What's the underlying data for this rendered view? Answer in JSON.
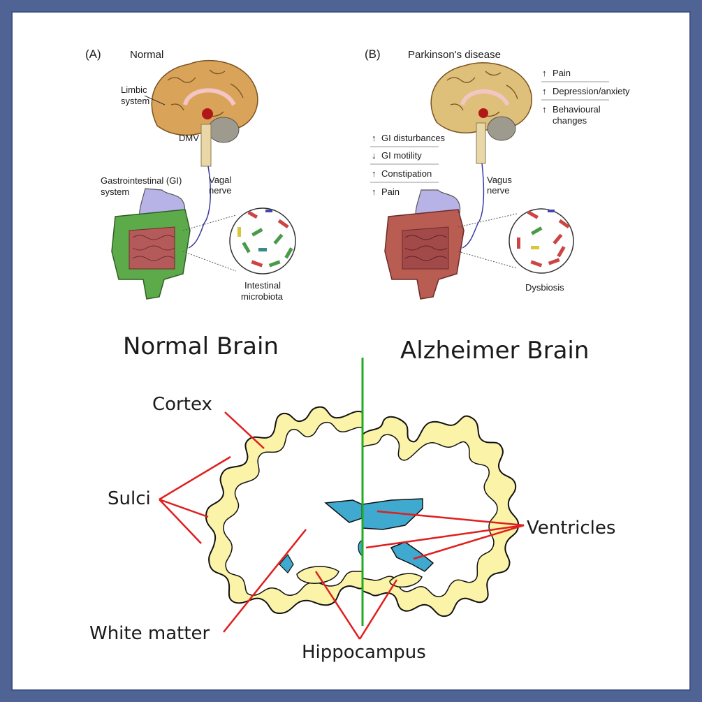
{
  "panel_a": {
    "letter": "(A)",
    "title": "Normal",
    "limbic_1": "Limbic",
    "limbic_2": "system",
    "dmv": "DMV",
    "gi_1": "Gastrointestinal (GI)",
    "gi_2": "system",
    "vagal_1": "Vagal",
    "vagal_2": "nerve",
    "micro_1": "Intestinal",
    "micro_2": "microbiota"
  },
  "panel_b": {
    "letter": "(B)",
    "title": "Parkinson's disease",
    "brain_symptoms": [
      {
        "arrow": "↑",
        "text": "Pain"
      },
      {
        "arrow": "↑",
        "text": "Depression/anxiety"
      },
      {
        "arrow": "↑",
        "text": "Behavioural"
      },
      {
        "arrow": "",
        "text": "changes"
      }
    ],
    "gut_symptoms": [
      {
        "arrow": "↑",
        "text": "GI disturbances"
      },
      {
        "arrow": "↓",
        "text": "GI motility"
      },
      {
        "arrow": "↑",
        "text": "Constipation"
      },
      {
        "arrow": "↑",
        "text": "Pain"
      }
    ],
    "vagus_1": "Vagus",
    "vagus_2": "nerve",
    "dysbiosis": "Dysbiosis"
  },
  "bottom": {
    "normal_title": "Normal Brain",
    "alz_title": "Alzheimer Brain",
    "cortex": "Cortex",
    "sulci": "Sulci",
    "white_matter": "White matter",
    "hippocampus": "Hippocampus",
    "ventricles": "Ventricles"
  },
  "colors": {
    "frame": "#4f6395",
    "cortex_fill": "#fbf3a8",
    "ventricle_fill": "#3fa9cf",
    "pointer_lines": "#e01e1e",
    "divider": "#22aa22",
    "brain_a": "#d9a45a",
    "stomach": "#b7b3e6",
    "colon_normal": "#5daa4b",
    "colon_pd": "#b95c52"
  }
}
